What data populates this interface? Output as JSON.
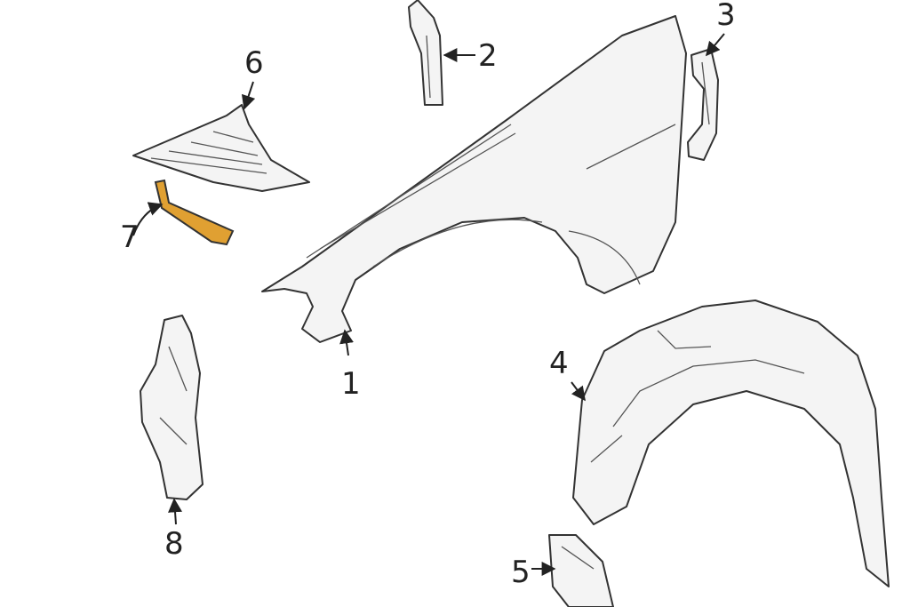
{
  "callouts": {
    "c1": "1",
    "c2": "2",
    "c3": "3",
    "c4": "4",
    "c5": "5",
    "c6": "6",
    "c7": "7",
    "c8": "8"
  },
  "colors": {
    "highlight_part": "#e0a032",
    "line": "#333333",
    "fill": "#f4f4f4"
  }
}
